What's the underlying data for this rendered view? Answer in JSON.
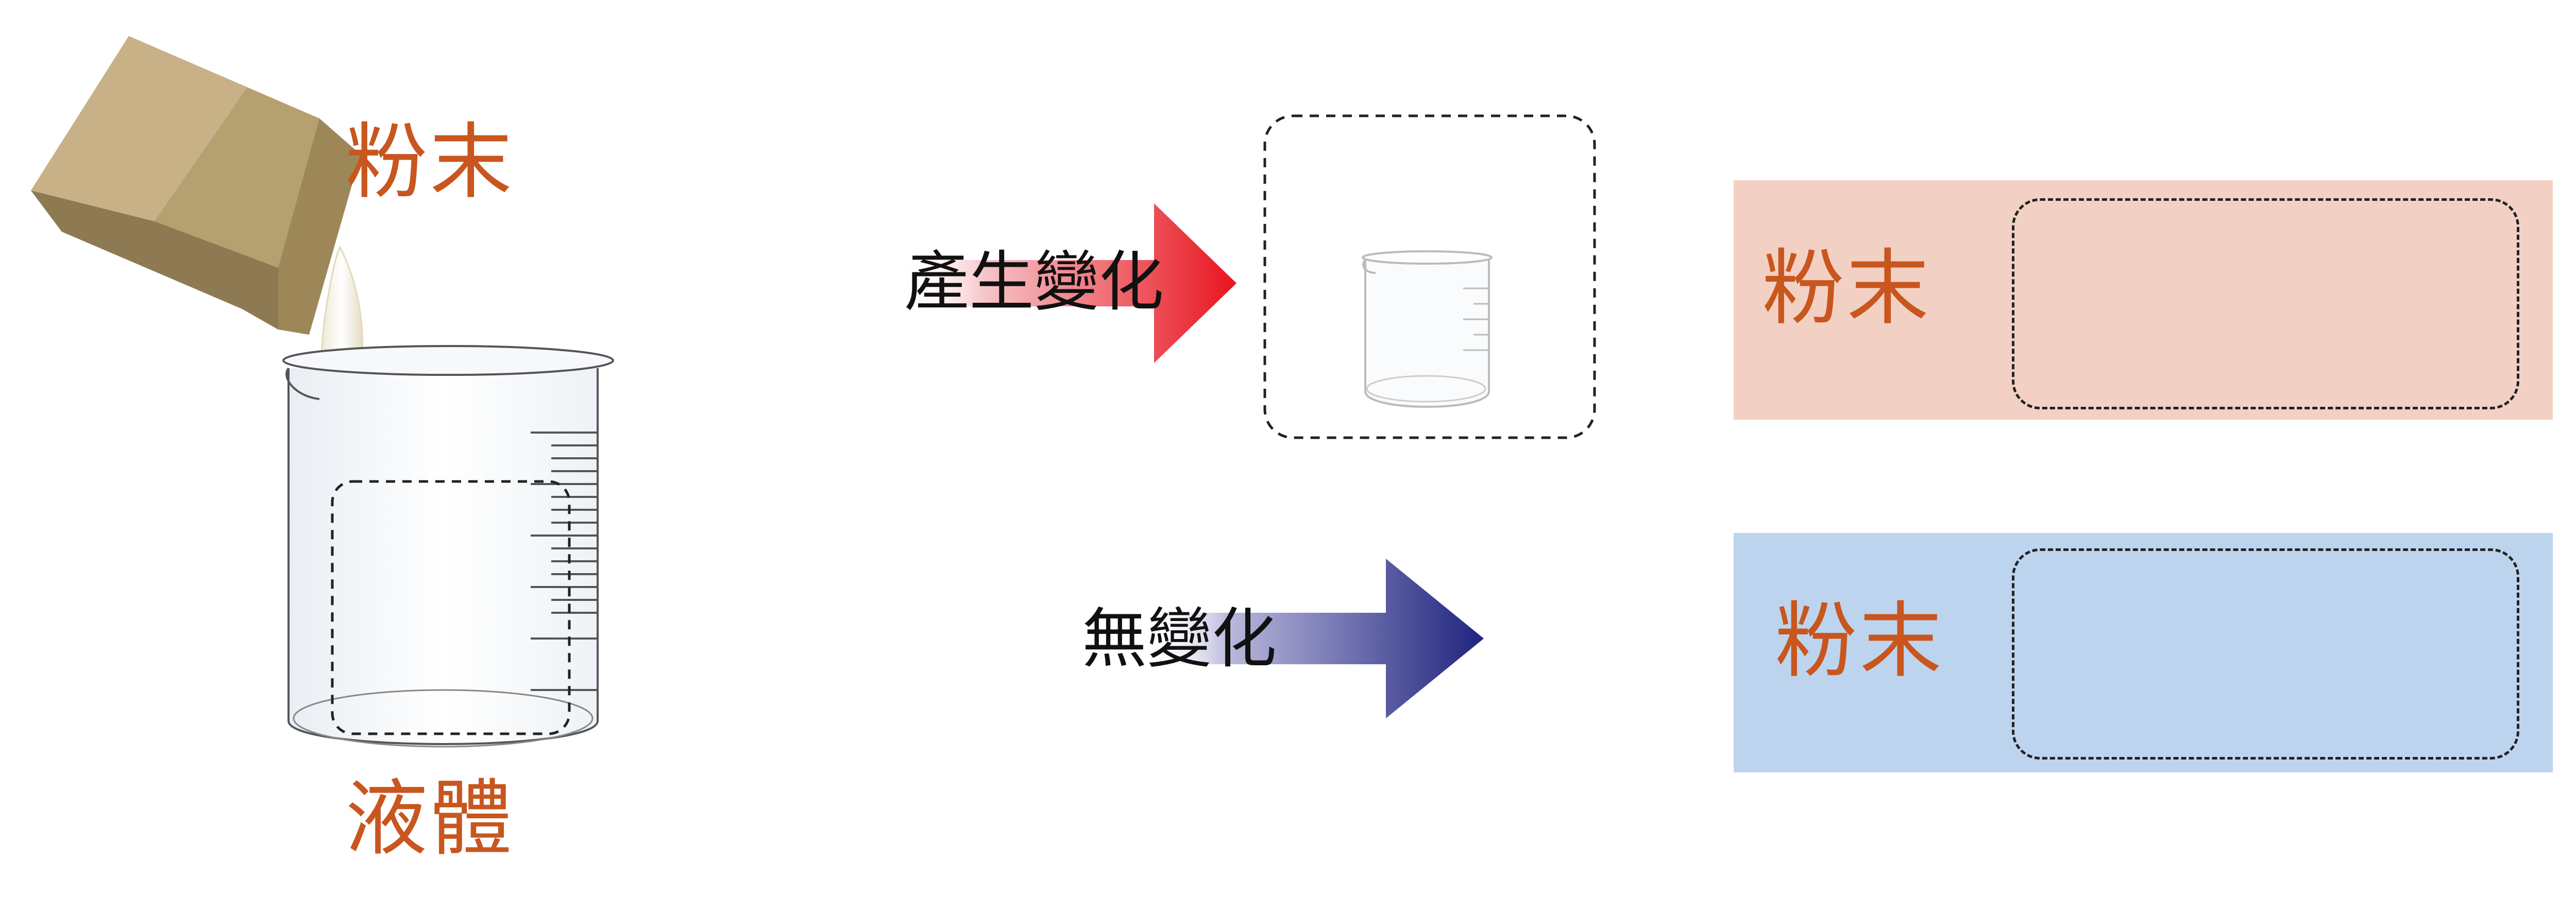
{
  "labels": {
    "powder_top": "粉末",
    "liquid": "液體",
    "change": "產生變化",
    "no_change": "無變化",
    "result_red": "粉末",
    "result_blue": "粉末"
  },
  "colors": {
    "orange_text": "#c8561e",
    "red_arrow": "#e8141e",
    "blue_arrow": "#1f237e",
    "red_band": "#f3d0c4",
    "blue_band": "#bdd4ee",
    "bag": "#c8ad7f"
  },
  "icons": {
    "bag": "powder-bag",
    "beaker": "glass-beaker",
    "small_beaker": "small-glass-beaker"
  }
}
